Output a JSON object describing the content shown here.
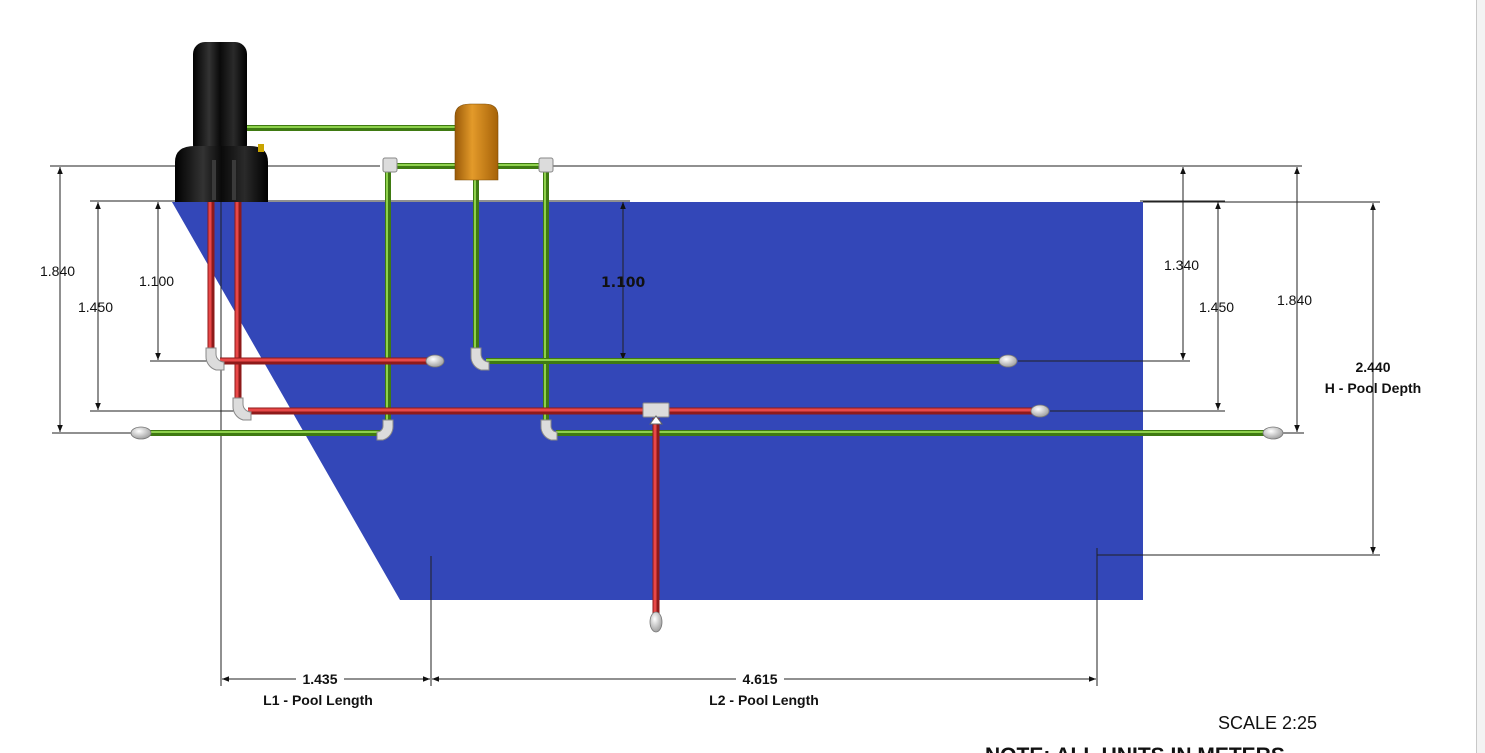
{
  "dimensions": {
    "left_outer_height": "1.840",
    "left_inner_height": "1.450",
    "left_short_height": "1.100",
    "center_height": "1.100",
    "right_short_height": "1.340",
    "right_inner_height": "1.450",
    "right_outer_height": "1.840",
    "pool_depth_value": "2.440",
    "pool_depth_label": "H - Pool Depth",
    "length1_value": "1.435",
    "length1_label": "L1 - Pool Length",
    "length2_value": "4.615",
    "length2_label": "L2 - Pool Length"
  },
  "scale_text": "SCALE 2:25",
  "note_text": "NOTE: ALL UNITS IN METERS",
  "colors": {
    "pool": "#3347b8",
    "return_pipe": "#3f7a12",
    "suction_pipe": "#8e1a1a",
    "pump": "#111111",
    "filter": "#c87a10"
  }
}
